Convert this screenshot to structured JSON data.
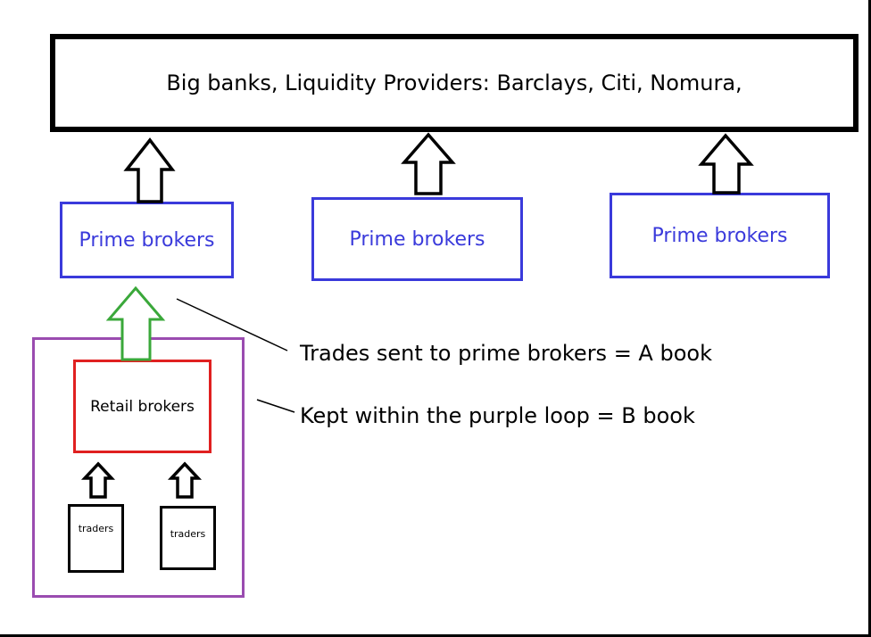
{
  "diagram": {
    "top_box": {
      "label": "Big banks, Liquidity Providers: Barclays, Citi, Nomura,"
    },
    "prime_brokers": [
      {
        "label": "Prime brokers"
      },
      {
        "label": "Prime brokers"
      },
      {
        "label": "Prime brokers"
      }
    ],
    "retail_brokers": {
      "label": "Retail brokers"
    },
    "traders": [
      {
        "label": "traders"
      },
      {
        "label": "traders"
      }
    ],
    "annotations": {
      "a_book": "Trades sent to prime brokers = A book",
      "b_book": "Kept within the purple loop = B book"
    },
    "colors": {
      "prime_border": "#3a3adb",
      "prime_text": "#3a3adb",
      "retail_border": "#e02020",
      "loop_border": "#9a4cb0",
      "green_arrow": "#3aa83a",
      "black": "#000000"
    }
  }
}
